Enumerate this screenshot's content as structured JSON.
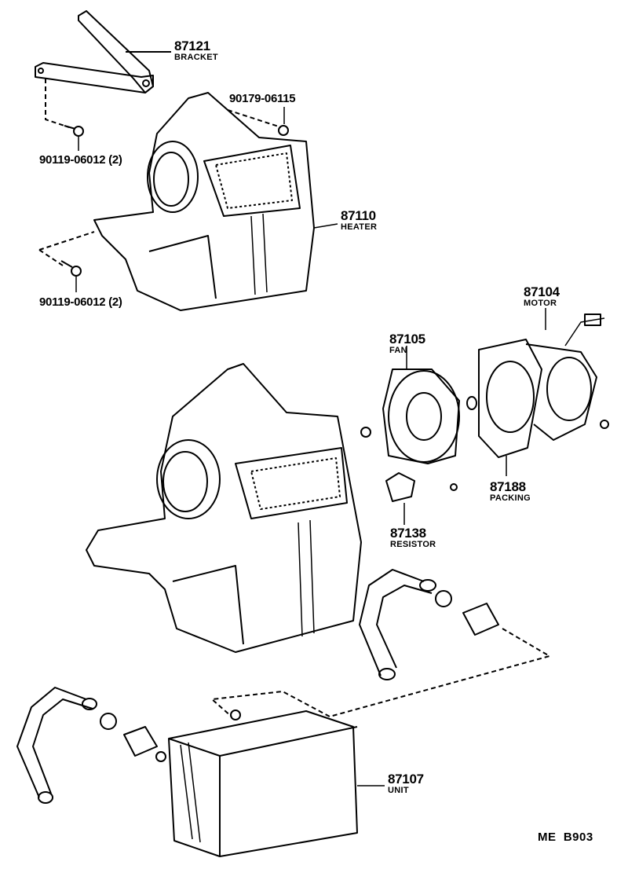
{
  "parts": {
    "bracket": {
      "number": "87121",
      "name": "BRACKET"
    },
    "bolt_top": {
      "number": "90179-06115"
    },
    "screw_upper": {
      "number": "90119-06012 (2)"
    },
    "heater": {
      "number": "87110",
      "name": "HEATER"
    },
    "screw_lower": {
      "number": "90119-06012 (2)"
    },
    "motor": {
      "number": "87104",
      "name": "MOTOR"
    },
    "fan": {
      "number": "87105",
      "name": "FAN"
    },
    "packing": {
      "number": "87188",
      "name": "PACKING"
    },
    "resistor": {
      "number": "87138",
      "name": "RESISTOR"
    },
    "unit": {
      "number": "87107",
      "name": "UNIT"
    }
  },
  "diagram_code": "ME  B903"
}
